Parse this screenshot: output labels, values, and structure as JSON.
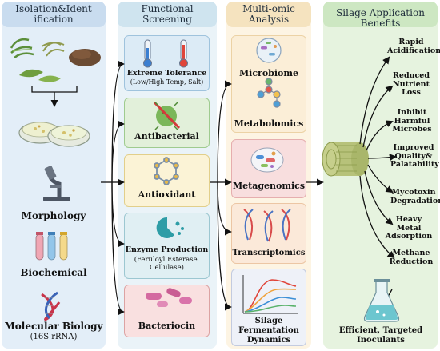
{
  "columns": {
    "isolation": {
      "title": "Isolation&Ident ification",
      "items": [
        "Morphology",
        "Biochemical",
        "Molecular Biology"
      ],
      "molecular_sub": "(16S rRNA)"
    },
    "screening": {
      "title": "Functional Screening",
      "cards": [
        {
          "label": "Extreme Tolerance",
          "sub": "(Low/High Temp, Salt)"
        },
        {
          "label": "Antibacterial",
          "sub": ""
        },
        {
          "label": "Antioxidant",
          "sub": ""
        },
        {
          "label": "Enzyme Production",
          "sub": "(Feruloyl Esterase. Cellulase)"
        },
        {
          "label": "Bacteriocin",
          "sub": ""
        }
      ]
    },
    "omic": {
      "title": "Multi-omic Analysis",
      "cards": [
        {
          "label": "Microbiome",
          "label2": "Metabolomics"
        },
        {
          "label": "Metagenomics"
        },
        {
          "label": "Transcriptomics"
        },
        {
          "label": "Silage Fermentation Dynamics"
        }
      ]
    },
    "benefits": {
      "title": "Silage Application Benefits",
      "items": [
        "Rapid Acidification",
        "Reduced Nutrient Loss",
        "Inhibit Harmful Microbes",
        "Improved Quality& Palatability",
        "Mycotoxin Degradation",
        "Heavy Metal Adsorption",
        "Methane Reduction"
      ],
      "footer": "Efficient, Targeted Inoculants"
    }
  },
  "colors": {
    "col1_bg": "#e3eef8",
    "col1_head": "#c9dcef",
    "col2_bg": "#eaf3f8",
    "col2_head": "#cfe4ef",
    "col3_bg": "#fdf4e3",
    "col3_head": "#f5e3bf",
    "col4_bg": "#e6f3df",
    "col4_head": "#cde7c2",
    "arrow": "#111111"
  }
}
